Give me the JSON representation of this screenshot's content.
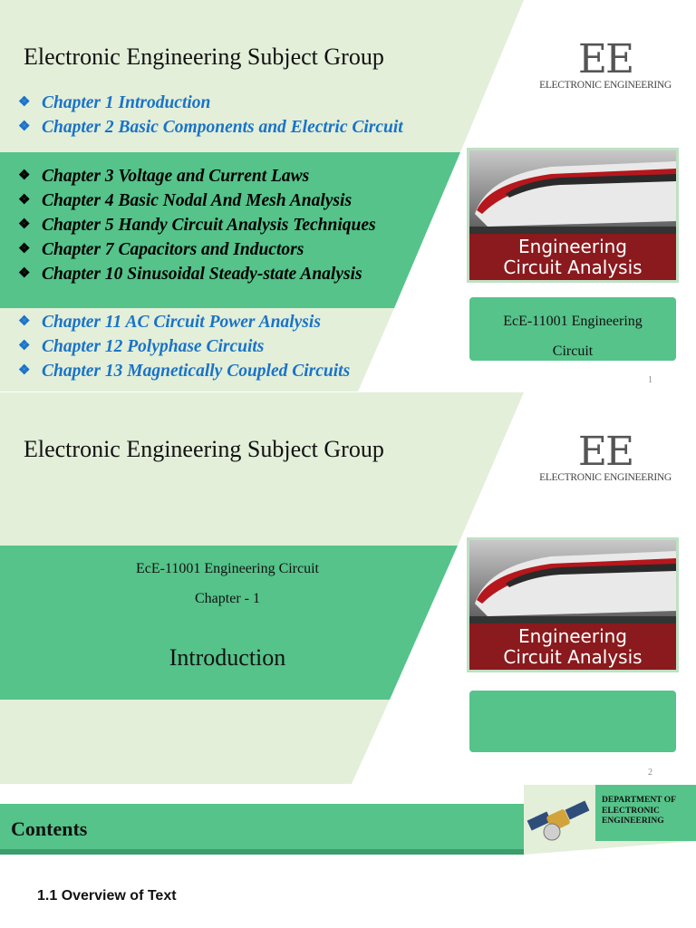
{
  "slide1": {
    "title": "Electronic Engineering Subject Group",
    "logo": {
      "letters": "EE",
      "caption": "ELECTRONIC ENGINEERING"
    },
    "bullets_top": [
      "Chapter 1 Introduction",
      "Chapter 2 Basic Components and Electric Circuit"
    ],
    "bullets_mid": [
      "Chapter 3 Voltage and Current Laws",
      "Chapter 4 Basic Nodal And Mesh Analysis",
      "Chapter 5 Handy Circuit Analysis Techniques",
      "Chapter 7 Capacitors and Inductors",
      "Chapter 10 Sinusoidal Steady-state Analysis"
    ],
    "bullets_bottom": [
      "Chapter 11 AC Circuit Power Analysis",
      "Chapter 12 Polyphase Circuits",
      "Chapter 13 Magnetically Coupled Circuits"
    ],
    "book": {
      "line1": "Engineering",
      "line2": "Circuit Analysis"
    },
    "course_box": {
      "line1": "EcE-11001 Engineering",
      "line2": "Circuit"
    },
    "page_number": "1"
  },
  "slide2": {
    "title": "Electronic Engineering Subject Group",
    "logo": {
      "letters": "EE",
      "caption": "ELECTRONIC ENGINEERING"
    },
    "course": "EcE-11001 Engineering Circuit",
    "chapter": "Chapter - 1",
    "heading": "Introduction",
    "book": {
      "line1": "Engineering",
      "line2": "Circuit Analysis"
    },
    "page_number": "2"
  },
  "slide3": {
    "heading": "Contents",
    "department": "DEPARTMENT OF ELECTRONIC ENGINEERING",
    "item": "1.1 Overview of Text"
  },
  "colors": {
    "green": "#55c38a",
    "light_green": "#e3efd9",
    "blue_text": "#1a73c8",
    "book_red": "#8a1a1d"
  },
  "icons": [
    "diamond-bullet-icon",
    "satellite-icon",
    "train-icon"
  ]
}
